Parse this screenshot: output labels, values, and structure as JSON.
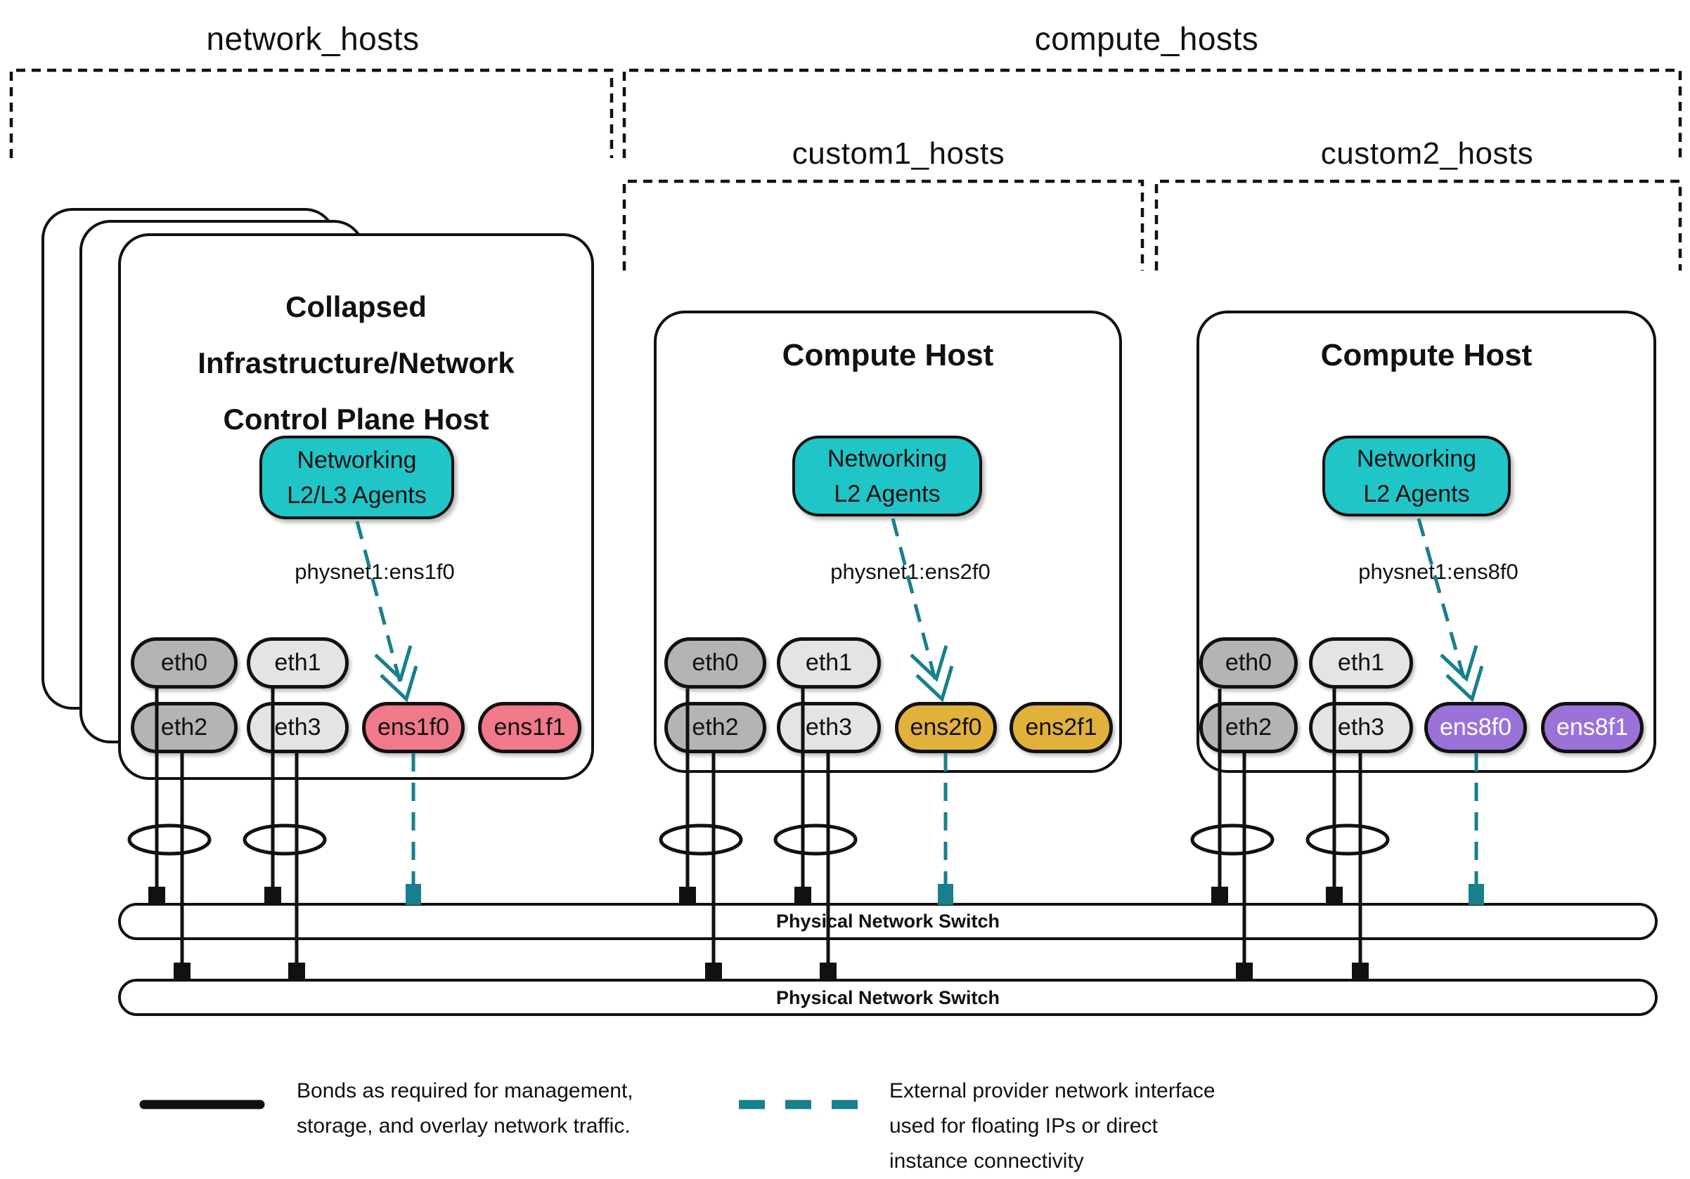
{
  "colors": {
    "ink": "#111111",
    "teal_fill": "#20c5c8",
    "teal_line": "#17808c",
    "pink": "#f0798a",
    "gold": "#e2b13c",
    "purple": "#9b72d9",
    "gray_dark": "#b4b4b4",
    "gray_light": "#e4e4e4",
    "white_text": "#ffffff",
    "dark_text": "#111111"
  },
  "groups": {
    "network_hosts": "network_hosts",
    "compute_hosts": "compute_hosts",
    "custom1_hosts": "custom1_hosts",
    "custom2_hosts": "custom2_hosts"
  },
  "hosts": [
    {
      "title": [
        "Collapsed",
        "Infrastructure/Network",
        "Control Plane Host"
      ],
      "agent": [
        "Networking",
        "L2/L3 Agents"
      ],
      "physnet": "physnet1:ens1f0",
      "nics": [
        {
          "label": "eth0",
          "bg": "#b4b4b4",
          "fg": "#111111"
        },
        {
          "label": "eth1",
          "bg": "#e4e4e4",
          "fg": "#111111"
        },
        {
          "label": "eth2",
          "bg": "#b4b4b4",
          "fg": "#111111"
        },
        {
          "label": "eth3",
          "bg": "#e4e4e4",
          "fg": "#111111"
        },
        {
          "label": "ens1f0",
          "bg": "#f0798a",
          "fg": "#111111"
        },
        {
          "label": "ens1f1",
          "bg": "#f0798a",
          "fg": "#111111"
        }
      ]
    },
    {
      "title": [
        "Compute Host"
      ],
      "agent": [
        "Networking",
        "L2 Agents"
      ],
      "physnet": "physnet1:ens2f0",
      "nics": [
        {
          "label": "eth0",
          "bg": "#b4b4b4",
          "fg": "#111111"
        },
        {
          "label": "eth1",
          "bg": "#e4e4e4",
          "fg": "#111111"
        },
        {
          "label": "eth2",
          "bg": "#b4b4b4",
          "fg": "#111111"
        },
        {
          "label": "eth3",
          "bg": "#e4e4e4",
          "fg": "#111111"
        },
        {
          "label": "ens2f0",
          "bg": "#e2b13c",
          "fg": "#111111"
        },
        {
          "label": "ens2f1",
          "bg": "#e2b13c",
          "fg": "#111111"
        }
      ]
    },
    {
      "title": [
        "Compute Host"
      ],
      "agent": [
        "Networking",
        "L2 Agents"
      ],
      "physnet": "physnet1:ens8f0",
      "nics": [
        {
          "label": "eth0",
          "bg": "#b4b4b4",
          "fg": "#111111"
        },
        {
          "label": "eth1",
          "bg": "#e4e4e4",
          "fg": "#111111"
        },
        {
          "label": "eth2",
          "bg": "#b4b4b4",
          "fg": "#111111"
        },
        {
          "label": "eth3",
          "bg": "#e4e4e4",
          "fg": "#111111"
        },
        {
          "label": "ens8f0",
          "bg": "#9b72d9",
          "fg": "#ffffff"
        },
        {
          "label": "ens8f1",
          "bg": "#9b72d9",
          "fg": "#ffffff"
        }
      ]
    }
  ],
  "switches": [
    {
      "label": "Physical Network Switch"
    },
    {
      "label": "Physical Network Switch"
    }
  ],
  "legend": {
    "bond": [
      "Bonds as required for management,",
      "storage, and overlay network traffic."
    ],
    "external": [
      "External provider network interface",
      "used for floating IPs or direct",
      "instance connectivity"
    ]
  }
}
